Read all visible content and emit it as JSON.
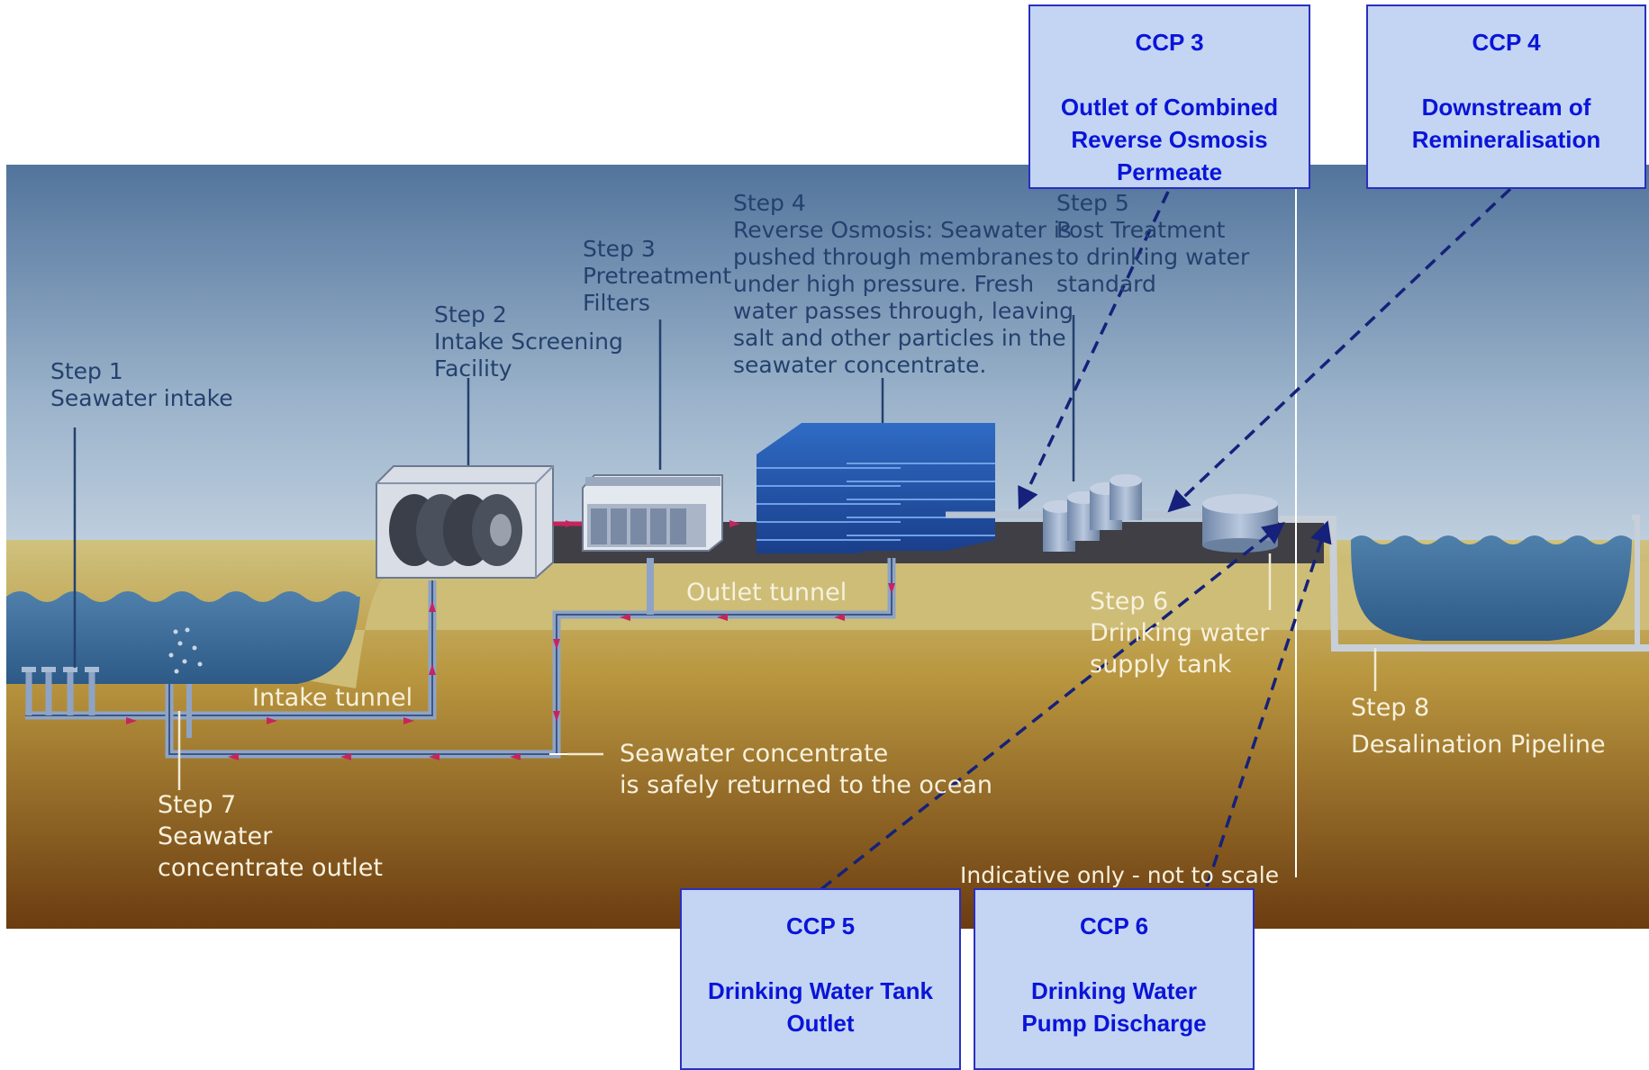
{
  "steps": [
    {
      "id": "step1",
      "lines": [
        "Step 1",
        "Seawater intake"
      ]
    },
    {
      "id": "step2",
      "lines": [
        "Step 2",
        "Intake Screening",
        "Facility"
      ]
    },
    {
      "id": "step3",
      "lines": [
        "Step 3",
        "Pretreatment",
        "Filters"
      ]
    },
    {
      "id": "step4",
      "lines": [
        "Step 4",
        "Reverse Osmosis: Seawater is",
        "pushed through membranes",
        "under high pressure. Fresh",
        "water passes through, leaving",
        "salt and other particles in the",
        "seawater concentrate."
      ]
    },
    {
      "id": "step5",
      "lines": [
        "Step 5",
        "Post Treatment",
        "to drinking water",
        "standard"
      ]
    },
    {
      "id": "step6",
      "lines": [
        "Step 6",
        "Drinking water",
        "supply tank"
      ]
    },
    {
      "id": "step7",
      "lines": [
        "Step 7",
        "Seawater",
        "concentrate outlet"
      ]
    },
    {
      "id": "step8",
      "lines": [
        "Step 8",
        "Desalination Pipeline"
      ]
    }
  ],
  "tunnels": {
    "outlet": "Outlet tunnel",
    "intake": "Intake tunnel",
    "concentrate_line1": "Seawater concentrate",
    "concentrate_line2": "is safely returned to the ocean"
  },
  "note": "Indicative only - not to scale",
  "ccp": [
    {
      "title": "CCP 3",
      "lines": [
        "Outlet of Combined",
        "Reverse Osmosis",
        "Permeate"
      ]
    },
    {
      "title": "CCP 4",
      "lines": [
        "Downstream of",
        "Remineralisation"
      ]
    },
    {
      "title": "CCP 5",
      "lines": [
        "Drinking Water Tank",
        "Outlet"
      ]
    },
    {
      "title": "CCP 6",
      "lines": [
        "Drinking Water",
        "Pump Discharge"
      ]
    }
  ],
  "colors": {
    "sky_top": "#52749c",
    "sky_bottom": "#c2d2e1",
    "ground_top": "#cfc27e",
    "ground_bottom": "#6b3c10",
    "water": "#3f6e9c",
    "ccp_fill": "#c3d5f3",
    "ccp_text": "#0a14d8",
    "arrow": "#15217a",
    "flow_marker": "#c8245c"
  }
}
